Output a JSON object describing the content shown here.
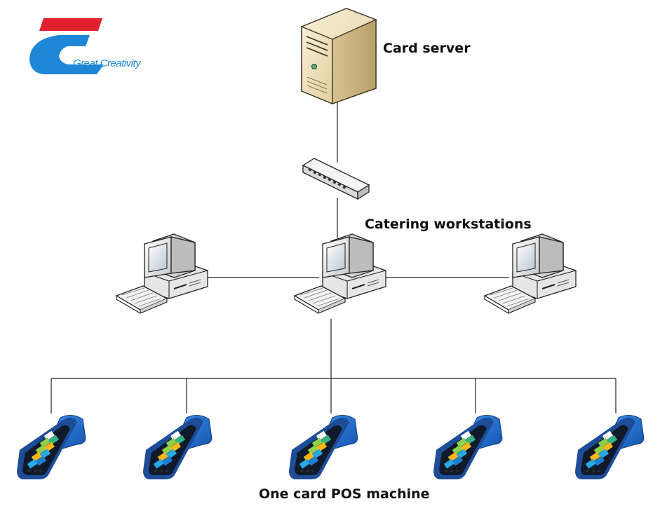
{
  "logo": {
    "text": "Great Creativity"
  },
  "nodes": {
    "server_label": "Card server",
    "workstations_label": "Catering workstations",
    "pos_label": "One card POS machine"
  },
  "pos_count": 5,
  "colors": {
    "brand_red": "#e3202f",
    "brand_blue": "#1e88d6",
    "server_beige": "#efe2c2",
    "pos_blue": "#1f6fd8",
    "line": "#222222"
  }
}
